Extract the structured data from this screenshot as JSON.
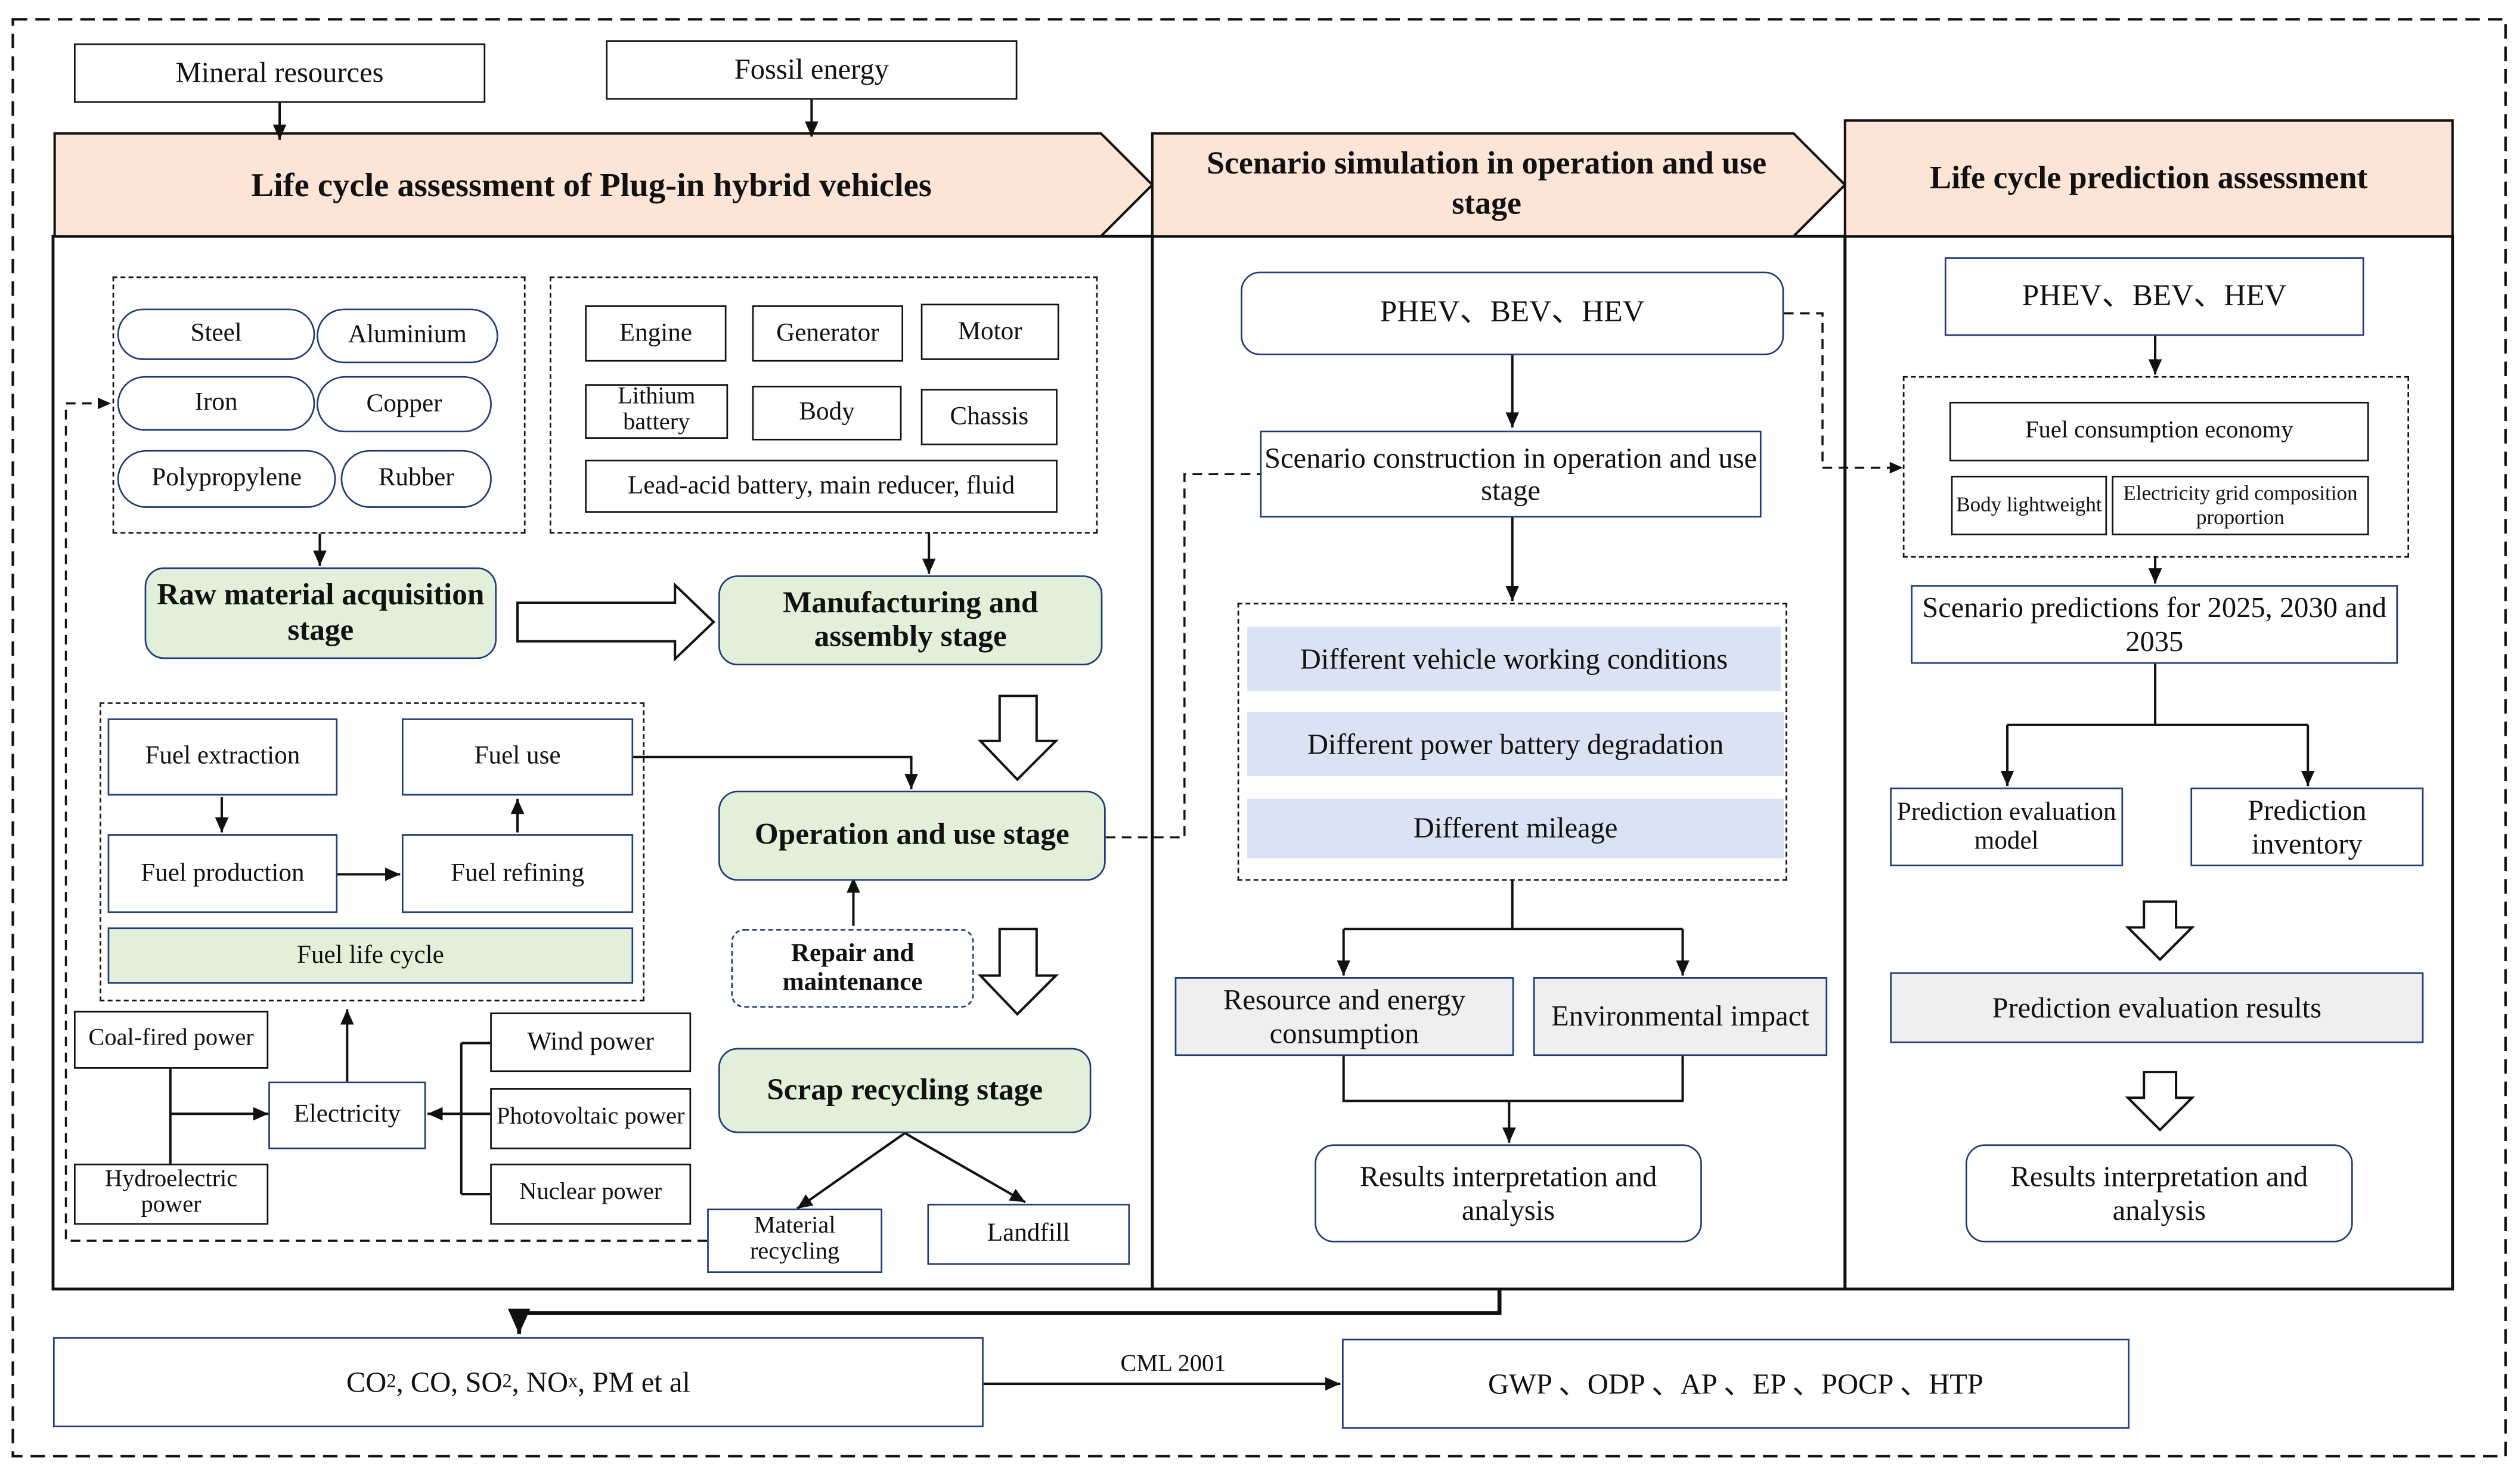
{
  "top": {
    "mineral": "Mineral resources",
    "fossil": "Fossil energy"
  },
  "headers": {
    "lca": "Life cycle assessment of Plug-in hybrid vehicles",
    "scenario": "Scenario simulation in operation and use stage",
    "prediction": "Life cycle prediction assessment"
  },
  "materials": [
    "Steel",
    "Aluminium",
    "Iron",
    "Copper",
    "Polypropylene",
    "Rubber"
  ],
  "components": {
    "engine": "Engine",
    "generator": "Generator",
    "motor": "Motor",
    "lithium": "Lithium battery",
    "body": "Body",
    "chassis": "Chassis",
    "misc": "Lead-acid battery, main reducer, fluid"
  },
  "stages": {
    "raw": "Raw material acquisition stage",
    "manufacturing": "Manufacturing and assembly stage",
    "operation": "Operation and use stage",
    "repair": "Repair and maintenance",
    "scrap": "Scrap recycling stage"
  },
  "fuel": {
    "extraction": "Fuel extraction",
    "use": "Fuel use",
    "production": "Fuel production",
    "refining": "Fuel refining",
    "cycle": "Fuel life cycle"
  },
  "power": {
    "coal": "Coal-fired power",
    "hydro": "Hydroelectric power",
    "electricity": "Electricity",
    "wind": "Wind power",
    "pv": "Photovoltaic power",
    "nuclear": "Nuclear power"
  },
  "recycling": {
    "material": "Material recycling",
    "landfill": "Landfill"
  },
  "scenario": {
    "vehicles": "PHEV、BEV、HEV",
    "construction": "Scenario construction in operation and use stage",
    "conditions": "Different vehicle working conditions",
    "degradation": "Different power battery degradation",
    "mileage": "Different mileage",
    "resource": "Resource and energy consumption",
    "environmental": "Environmental impact",
    "results": "Results interpretation and analysis"
  },
  "prediction": {
    "vehicles": "PHEV、BEV、HEV",
    "fuel_economy": "Fuel consumption economy",
    "lightweight": "Body lightweight",
    "grid": "Electricity grid composition proportion",
    "years": "Scenario predictions for 2025, 2030 and 2035",
    "model": "Prediction evaluation model",
    "inventory": "Prediction inventory",
    "eval_results": "Prediction evaluation results",
    "results": "Results interpretation and analysis"
  },
  "emissions": {
    "co2": "CO",
    "co2_sub": "2",
    "co": ", CO, SO",
    "so2_sub": "2",
    "nox": ", NO",
    "nox_sub": "x",
    "pm": ", PM et al",
    "method": "CML 2001",
    "indicators": "GWP 、ODP 、AP 、EP 、POCP 、HTP"
  },
  "colors": {
    "header_fill": "#fce4d6",
    "stage_fill": "#e2f0d9",
    "scenario_fill": "#dae3f3",
    "neutral_fill": "#efefef",
    "box_border": "#1f3b78"
  }
}
